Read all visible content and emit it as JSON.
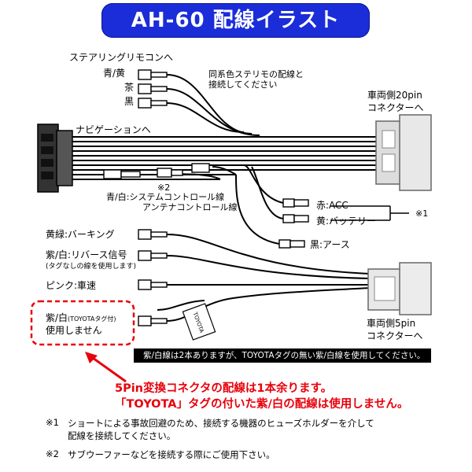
{
  "title": "AH-60 配線イラスト",
  "labels": {
    "steering": "ステアリングリモコンへ",
    "blue_yellow": "青/黄",
    "brown": "茶",
    "black": "黒",
    "same_color_note_1": "同系色ステリモの配線と",
    "same_color_note_2": "接続してください",
    "car_20pin_1": "車両側20pin",
    "car_20pin_2": "コネクターへ",
    "navigation": "ナビゲーションへ",
    "mark2": "※2",
    "system_ctrl": "青/白:システムコントロール線",
    "antenna_ctrl": "アンテナコントロール線",
    "red_acc": "赤:ACC",
    "yellow_battery": "黄:バッテリー",
    "mark1": "※1",
    "black_earth": "黒:アース",
    "parking": "黄緑:バーキング",
    "reverse": "紫/白:リバース信号",
    "reverse_note": "(タグなしの線を使用します)",
    "pink_speed": "ピンク:車速",
    "unused_1a": "紫/白",
    "unused_1b": "(TOYOTAタグ付)",
    "unused_2": "使用しません",
    "toyota_tag": "TOYOTA",
    "car_5pin_1": "車両側5pin",
    "car_5pin_2": "コネクターへ"
  },
  "note_bar": "紫/白線は2本ありますが、TOYOTAタグの無い紫/白線を使用してください。",
  "warnings": {
    "line1": "5Pin変換コネクタの配線は1本余ります。",
    "line2": "「TOYOTA」タグの付いた紫/白の配線は使用しません。"
  },
  "footnotes": {
    "f1_mark": "※1",
    "f1_line1": "ショートによる事故回避のため、接続する機器のヒューズホルダーを介して",
    "f1_line2": "配線を接続してください。",
    "f2_mark": "※2",
    "f2_line1": "サブウーファーなどを接続する際にご使用下さい。"
  },
  "colors": {
    "title_bg": "#1b2dd8",
    "warning_red": "#e8000b",
    "dashed_box": "#e8000b"
  }
}
